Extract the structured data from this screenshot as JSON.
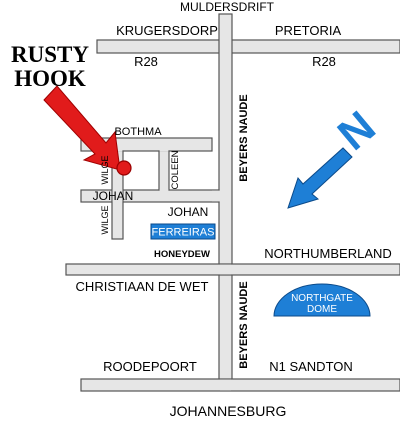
{
  "map": {
    "title": {
      "line1": "RUSTY",
      "line2": "HOOK"
    },
    "places": {
      "north": "MULDERSDRIFT",
      "krugersdorp": "KRUGERSDORP",
      "pretoria": "PRETORIA",
      "r28_left": "R28",
      "r28_right": "R28",
      "bothma": "BOTHMA",
      "coleen": "COLEEN",
      "wilge_upper": "WILGE",
      "wilge_lower": "WILGE",
      "johan_left": "JOHAN",
      "johan_right": "JOHAN",
      "beyers_upper": "BEYERS NAUDE",
      "beyers_lower": "BEYERS NAUDE",
      "ferreiras": "FERREIRAS",
      "honeydew": "HONEYDEW",
      "northumberland": "NORTHUMBERLAND",
      "christiaan": "CHRISTIAAN DE WET",
      "northgate_line1": "NORTHGATE",
      "northgate_line2": "DOME",
      "roodepoort": "ROODEPOORT",
      "n1_sandton": "N1 SANDTON",
      "johannesburg": "JOHANNESBURG"
    },
    "compass": {
      "letter": "N",
      "icon": "north-arrow-icon"
    },
    "colors": {
      "road_fill": "#e6e6e6",
      "road_edge": "#555555",
      "marker_red": "#e11b1b",
      "accent_blue": "#1e7fd6"
    }
  }
}
